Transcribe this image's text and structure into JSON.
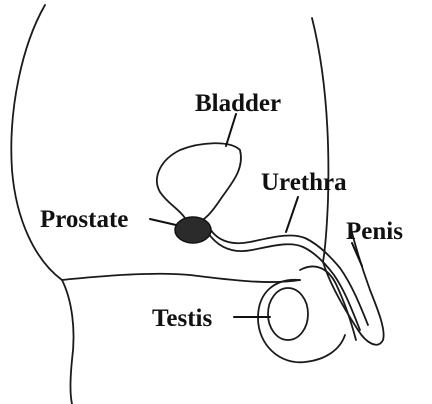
{
  "labels": {
    "bladder": "Bladder",
    "urethra": "Urethra",
    "prostate": "Prostate",
    "penis": "Penis",
    "testis": "Testis"
  },
  "colors": {
    "ink": "#111111",
    "prostate_fill": "#2b2b2b",
    "background": "#ffffff"
  }
}
